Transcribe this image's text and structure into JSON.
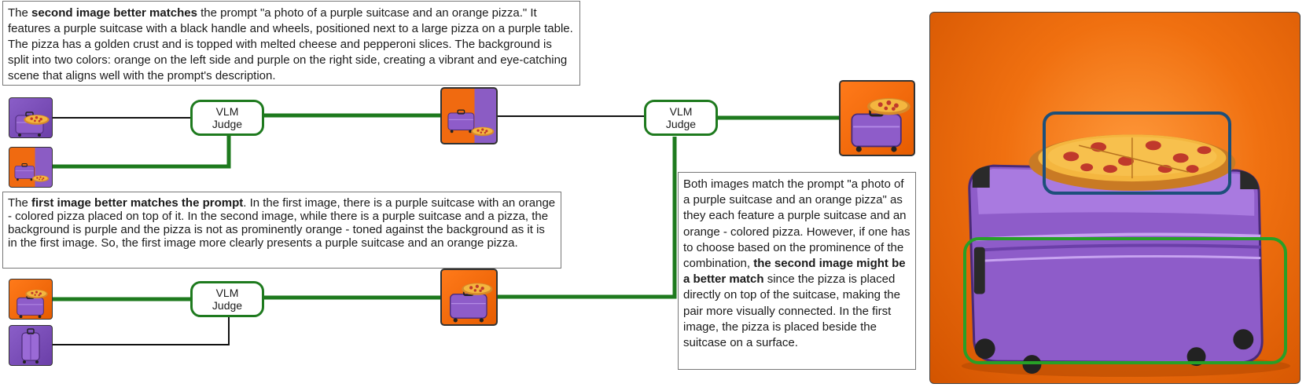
{
  "textboxes": {
    "top": {
      "lead": "The ",
      "bold": "second image better matches",
      "rest": " the prompt \"a photo of a purple suitcase and an orange pizza.\" It features a purple suitcase with a black handle and wheels, positioned next to a large pizza on a purple table. The pizza has a golden crust and is topped with melted cheese and pepperoni slices. The background is split into two colors: orange on the left side and purple on the right side, creating a vibrant and eye-catching scene that aligns well with the prompt's description."
    },
    "middle": {
      "lead": "The ",
      "bold": "first image better matches the prompt",
      "rest": ". In the first image, there is a purple suitcase with an orange - colored pizza placed on top of it. In the second image, while there is a purple suitcase and a pizza, the background is purple and the pizza is not as prominently orange - toned against the background as it is in the first image. So, the first image more clearly presents a purple suitcase and an orange pizza."
    },
    "right": {
      "lead": "Both images match the prompt \"a photo of a purple suitcase and an orange pizza\" as they each feature a purple suitcase and an orange - colored pizza. However, if one has to choose based on the prominence of the combination, ",
      "bold": "the second image might be a better match",
      "rest": " since the pizza is placed directly on top of the suitcase, making the pair more visually connected. In the first image, the pizza is placed beside the suitcase on a surface."
    }
  },
  "judges": [
    {
      "line1": "VLM",
      "line2": "Judge"
    },
    {
      "line1": "VLM",
      "line2": "Judge"
    },
    {
      "line1": "VLM",
      "line2": "Judge"
    }
  ],
  "colors": {
    "winner_wire": "#1e7a1e",
    "loser_wire": "#111111",
    "box_blue": "#1d4f7a",
    "box_green": "#27a027",
    "suitcase": "#8e5cc9",
    "pizza": "#f0a030",
    "pepperoni": "#c0392b"
  },
  "icons": [
    "suitcase-pizza-image"
  ]
}
